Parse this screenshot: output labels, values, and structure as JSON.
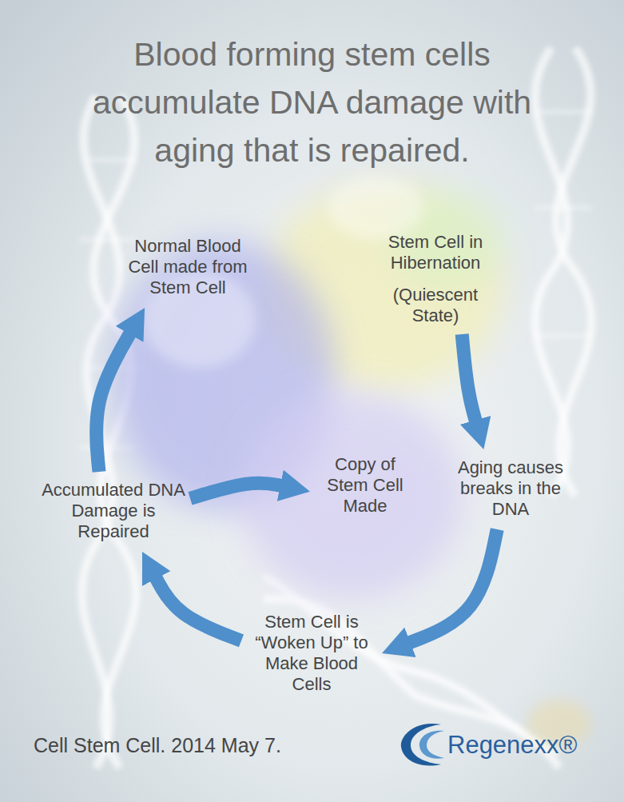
{
  "diagram": {
    "title": "Blood forming stem cells accumulate DNA damage with aging that is repaired.",
    "nodes": [
      {
        "text": [
          "Stem Cell in Hibernation",
          "(Quiescent State)"
        ]
      },
      {
        "text": [
          "Aging causes breaks in the DNA"
        ]
      },
      {
        "text": [
          "Stem Cell is “Woken Up” to Make Blood Cells"
        ]
      },
      {
        "text": [
          "Accumulated DNA Damage is Repaired"
        ]
      },
      {
        "text": [
          "Copy of Stem Cell Made"
        ]
      },
      {
        "text": [
          "Normal Blood Cell made from Stem Cell"
        ]
      }
    ],
    "edges": [
      {
        "from": 0,
        "to": 1,
        "arrow": "to"
      },
      {
        "from": 1,
        "to": 2,
        "arrow": "to"
      },
      {
        "from": 2,
        "to": 3,
        "arrow": "to"
      },
      {
        "from": 3,
        "to": 4,
        "arrow": "to"
      },
      {
        "from": 3,
        "to": 5,
        "arrow": "to"
      }
    ],
    "labels": [
      "Cell Stem Cell. 2014 May 7.",
      "Regenexx®"
    ]
  }
}
